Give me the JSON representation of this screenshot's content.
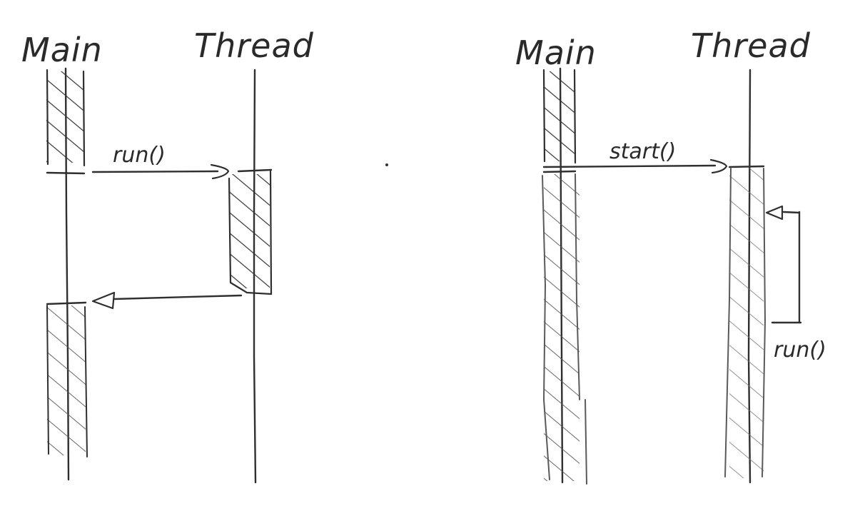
{
  "left_diagram": {
    "main_label": "Main",
    "thread_label": "Thread",
    "call_label": "run()"
  },
  "right_diagram": {
    "main_label": "Main",
    "thread_label": "Thread",
    "call_label": "start()",
    "inner_label": "run()"
  },
  "colors": {
    "ink": "#2f2f2f",
    "background": "#ffffff"
  }
}
